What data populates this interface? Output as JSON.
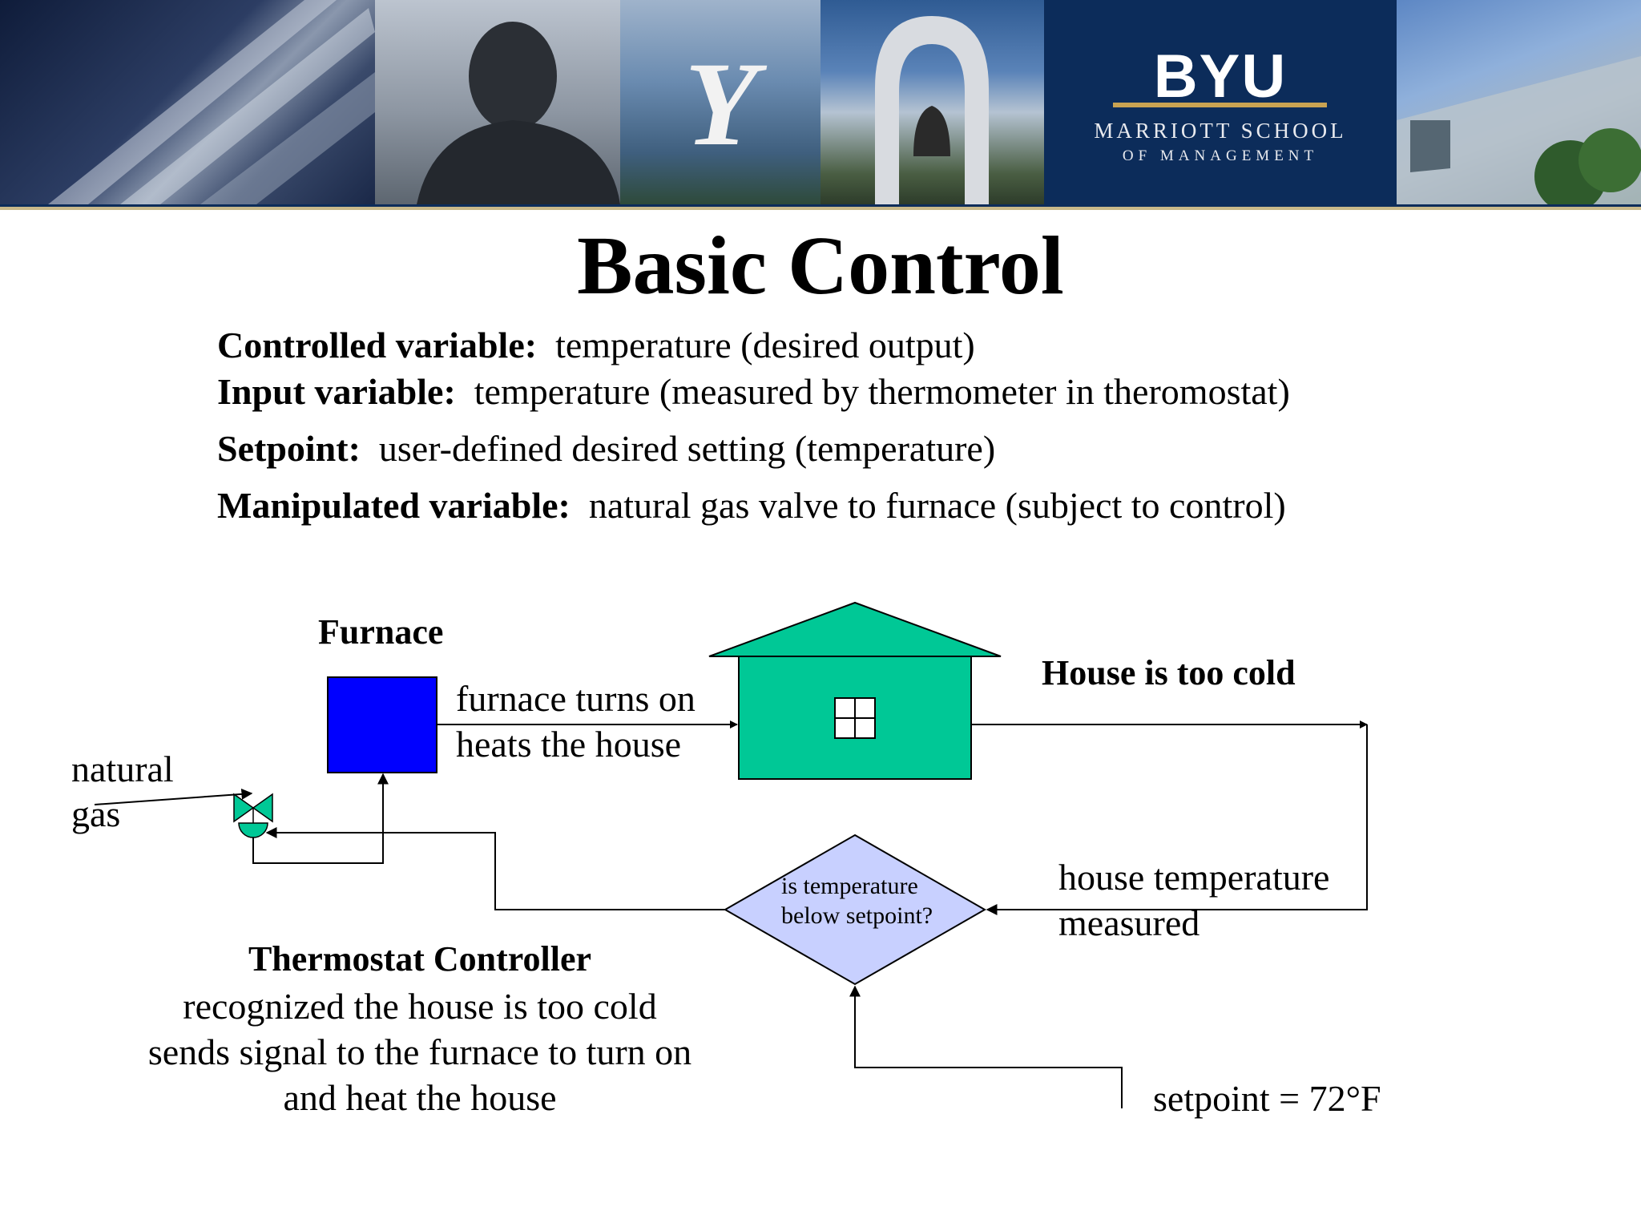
{
  "banner": {
    "logo_word": "BYU",
    "school_line1": "MARRIOTT SCHOOL",
    "school_line2": "OF MANAGEMENT",
    "colors": {
      "navy": "#0c2c5a",
      "gold": "#c9a352"
    }
  },
  "title": "Basic Control",
  "definitions": [
    {
      "term": "Controlled variable:",
      "text": "temperature (desired output)"
    },
    {
      "term": "Input variable:",
      "text": "temperature (measured by thermometer in theromostat)"
    },
    {
      "term": "Setpoint:",
      "text": "user-defined desired setting (temperature)"
    },
    {
      "term": "Manipulated variable:",
      "text": "natural gas valve to furnace (subject to control)"
    }
  ],
  "diagram": {
    "furnace_label": "Furnace",
    "furnace_text_line1": "furnace turns on",
    "furnace_text_line2": "heats the house",
    "house_label": "House is too cold",
    "gas_label_line1": "natural",
    "gas_label_line2": "gas",
    "decision_line1": "is temperature",
    "decision_line2": "below setpoint?",
    "measure_line1": "house temperature",
    "measure_line2": "measured",
    "thermostat_title": "Thermostat Controller",
    "thermostat_line1": "recognized the house is too cold",
    "thermostat_line2": "sends signal to the furnace to turn on",
    "thermostat_line3": "and heat the house",
    "setpoint_label": "setpoint = 72°F",
    "colors": {
      "furnace": "#0000ff",
      "house": "#00c896",
      "decision": "#c8d0ff",
      "valve": "#00c896"
    }
  }
}
